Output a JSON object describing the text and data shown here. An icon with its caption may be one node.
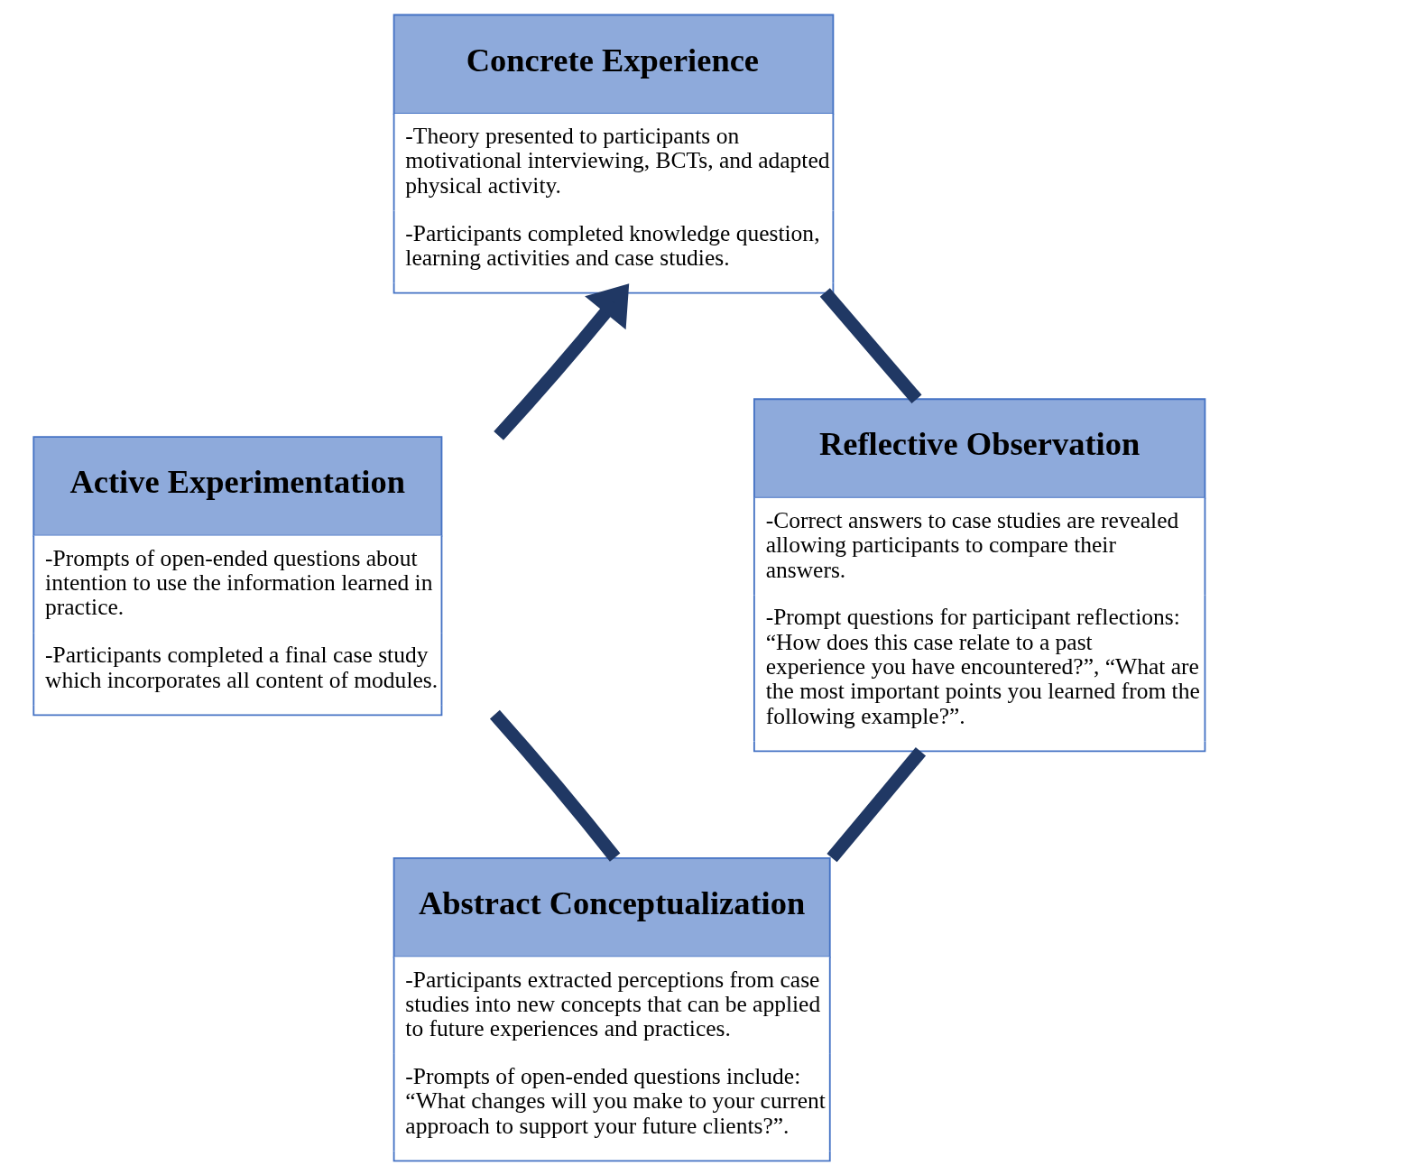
{
  "diagram": {
    "nodes": [
      {
        "text": [
          "Concrete Experience",
          "-Theory presented to participants on motivational interviewing, BCTs, and adapted physical activity.",
          "-Participants completed knowledge question, learning activities and case studies."
        ]
      },
      {
        "text": [
          "Active Experimentation",
          "-Prompts of open-ended questions about intention to use the information learned in practice.",
          "-Participants completed a final case study which incorporates all content of modules."
        ]
      },
      {
        "text": [
          "Reflective Observation",
          "-Correct answers to case studies are revealed allowing participants to compare their answers.",
          "-Prompt questions for participant reflections: “How does this case relate to a past experience you have encountered?”, “What are the most important points you learned from the following example?”."
        ]
      },
      {
        "text": [
          "Abstract Conceptualization",
          "-Participants extracted perceptions from case studies into new concepts that can be applied to future experiences and practices.",
          "-Prompts of open-ended questions include: “What changes will you make to your current approach to support your future clients?”."
        ]
      }
    ],
    "edges": [
      {
        "from": 0,
        "to": 2,
        "arrow": "none"
      },
      {
        "from": 2,
        "to": 3,
        "arrow": "none"
      },
      {
        "from": 3,
        "to": 1,
        "arrow": "none"
      },
      {
        "from": 1,
        "to": 0,
        "arrow": "to"
      }
    ]
  }
}
